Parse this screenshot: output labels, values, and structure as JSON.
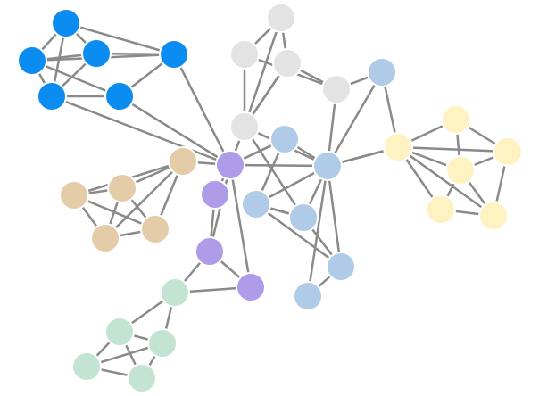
{
  "graph": {
    "edge_color": "#8a8a8a",
    "node_stroke": "#ffffff",
    "groups": [
      {
        "name": "blue",
        "color": "#0a8cf0"
      },
      {
        "name": "grey",
        "color": "#e3e3e3"
      },
      {
        "name": "steel",
        "color": "#b0cbe7"
      },
      {
        "name": "yellow",
        "color": "#fff2c2"
      },
      {
        "name": "tan",
        "color": "#e5cca9"
      },
      {
        "name": "purple",
        "color": "#ae9ce8"
      },
      {
        "name": "mint",
        "color": "#c4e4d3"
      }
    ],
    "nodes": [
      {
        "id": "b1",
        "group": "blue"
      },
      {
        "id": "b2",
        "group": "blue"
      },
      {
        "id": "b3",
        "group": "blue"
      },
      {
        "id": "b4",
        "group": "blue"
      },
      {
        "id": "b5",
        "group": "blue"
      },
      {
        "id": "b6",
        "group": "blue"
      },
      {
        "id": "g1",
        "group": "grey"
      },
      {
        "id": "g2",
        "group": "grey"
      },
      {
        "id": "g3",
        "group": "grey"
      },
      {
        "id": "g4",
        "group": "grey"
      },
      {
        "id": "g5",
        "group": "grey"
      },
      {
        "id": "s1",
        "group": "steel"
      },
      {
        "id": "s2",
        "group": "steel"
      },
      {
        "id": "s3",
        "group": "steel"
      },
      {
        "id": "s4",
        "group": "steel"
      },
      {
        "id": "s5",
        "group": "steel"
      },
      {
        "id": "s6",
        "group": "steel"
      },
      {
        "id": "s7",
        "group": "steel"
      },
      {
        "id": "y1",
        "group": "yellow"
      },
      {
        "id": "y2",
        "group": "yellow"
      },
      {
        "id": "y3",
        "group": "yellow"
      },
      {
        "id": "y4",
        "group": "yellow"
      },
      {
        "id": "y5",
        "group": "yellow"
      },
      {
        "id": "y6",
        "group": "yellow"
      },
      {
        "id": "t1",
        "group": "tan"
      },
      {
        "id": "t2",
        "group": "tan"
      },
      {
        "id": "t3",
        "group": "tan"
      },
      {
        "id": "t4",
        "group": "tan"
      },
      {
        "id": "t5",
        "group": "tan"
      },
      {
        "id": "p1",
        "group": "purple"
      },
      {
        "id": "p2",
        "group": "purple"
      },
      {
        "id": "p3",
        "group": "purple"
      },
      {
        "id": "p4",
        "group": "purple"
      },
      {
        "id": "m1",
        "group": "mint"
      },
      {
        "id": "m2",
        "group": "mint"
      },
      {
        "id": "m3",
        "group": "mint"
      },
      {
        "id": "m4",
        "group": "mint"
      },
      {
        "id": "m5",
        "group": "mint"
      }
    ],
    "edges": [
      [
        "b1",
        "b2"
      ],
      [
        "b1",
        "b3"
      ],
      [
        "b1",
        "b4"
      ],
      [
        "b1",
        "b5"
      ],
      [
        "b2",
        "b3"
      ],
      [
        "b2",
        "b4"
      ],
      [
        "b2",
        "b5"
      ],
      [
        "b3",
        "b4"
      ],
      [
        "b3",
        "b5"
      ],
      [
        "b3",
        "b6"
      ],
      [
        "b4",
        "b6"
      ],
      [
        "b5",
        "b6"
      ],
      [
        "b6",
        "p1"
      ],
      [
        "b4",
        "p1"
      ],
      [
        "b5",
        "p1"
      ],
      [
        "g1",
        "g2"
      ],
      [
        "g1",
        "g3"
      ],
      [
        "g1",
        "g5"
      ],
      [
        "g2",
        "g5"
      ],
      [
        "g3",
        "g5"
      ],
      [
        "g3",
        "g4"
      ],
      [
        "g2",
        "g4"
      ],
      [
        "g4",
        "s6"
      ],
      [
        "g4",
        "s1"
      ],
      [
        "g5",
        "p1"
      ],
      [
        "g5",
        "s1"
      ],
      [
        "g5",
        "s4"
      ],
      [
        "g5",
        "g3"
      ],
      [
        "s6",
        "y1"
      ],
      [
        "s6",
        "s1"
      ],
      [
        "s1",
        "y1"
      ],
      [
        "s1",
        "s2"
      ],
      [
        "s1",
        "s3"
      ],
      [
        "s1",
        "s4"
      ],
      [
        "s1",
        "s5"
      ],
      [
        "s1",
        "s7"
      ],
      [
        "s2",
        "s3"
      ],
      [
        "s3",
        "s4"
      ],
      [
        "s3",
        "s5"
      ],
      [
        "s4",
        "s5"
      ],
      [
        "s5",
        "s7"
      ],
      [
        "s2",
        "p1"
      ],
      [
        "s3",
        "s4"
      ],
      [
        "s1",
        "y1"
      ],
      [
        "y1",
        "y2"
      ],
      [
        "y1",
        "y3"
      ],
      [
        "y1",
        "y4"
      ],
      [
        "y1",
        "y5"
      ],
      [
        "y1",
        "y6"
      ],
      [
        "y2",
        "y3"
      ],
      [
        "y2",
        "y4"
      ],
      [
        "y3",
        "y4"
      ],
      [
        "y3",
        "y6"
      ],
      [
        "y4",
        "y6"
      ],
      [
        "y5",
        "y6"
      ],
      [
        "y4",
        "y5"
      ],
      [
        "p1",
        "s1"
      ],
      [
        "p1",
        "s2"
      ],
      [
        "t1",
        "t2"
      ],
      [
        "t1",
        "t3"
      ],
      [
        "t1",
        "t5"
      ],
      [
        "t2",
        "t3"
      ],
      [
        "t2",
        "t4"
      ],
      [
        "t2",
        "t5"
      ],
      [
        "t3",
        "t4"
      ],
      [
        "t3",
        "t5"
      ],
      [
        "t4",
        "t5"
      ],
      [
        "t1",
        "p1"
      ],
      [
        "t1",
        "t4"
      ],
      [
        "p1",
        "p2"
      ],
      [
        "p1",
        "p3"
      ],
      [
        "p1",
        "p4"
      ],
      [
        "p2",
        "p3"
      ],
      [
        "p3",
        "p4"
      ],
      [
        "p3",
        "m1"
      ],
      [
        "p4",
        "m1"
      ],
      [
        "m1",
        "m2"
      ],
      [
        "m1",
        "m3"
      ],
      [
        "m2",
        "m3"
      ],
      [
        "m2",
        "m4"
      ],
      [
        "m3",
        "m4"
      ],
      [
        "m3",
        "m5"
      ],
      [
        "m4",
        "m5"
      ],
      [
        "m2",
        "m5"
      ]
    ]
  }
}
